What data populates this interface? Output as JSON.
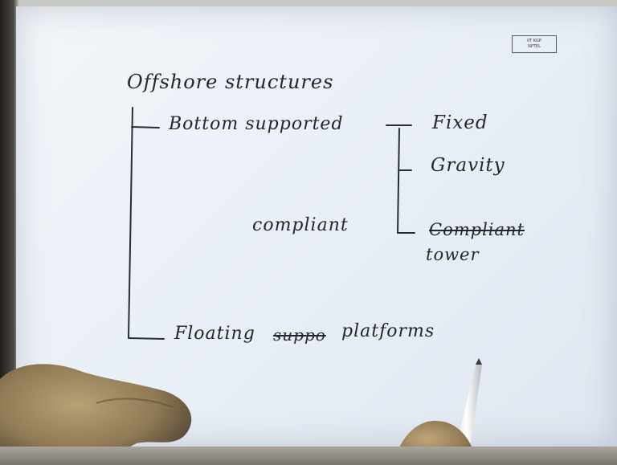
{
  "stamp": {
    "line1": "IIT KGP",
    "line2": "NPTEL"
  },
  "notes": {
    "title": "Offshore structures",
    "branch_bottom": "Bottom supported",
    "branch_compliant": "compliant",
    "branch_floating": "Floating",
    "floating_struck": "suppo",
    "floating_tail": "platforms",
    "sub_fixed": "Fixed",
    "sub_gravity": "Gravity",
    "sub_compliant_struck": "Compliant",
    "sub_tower": "tower"
  }
}
